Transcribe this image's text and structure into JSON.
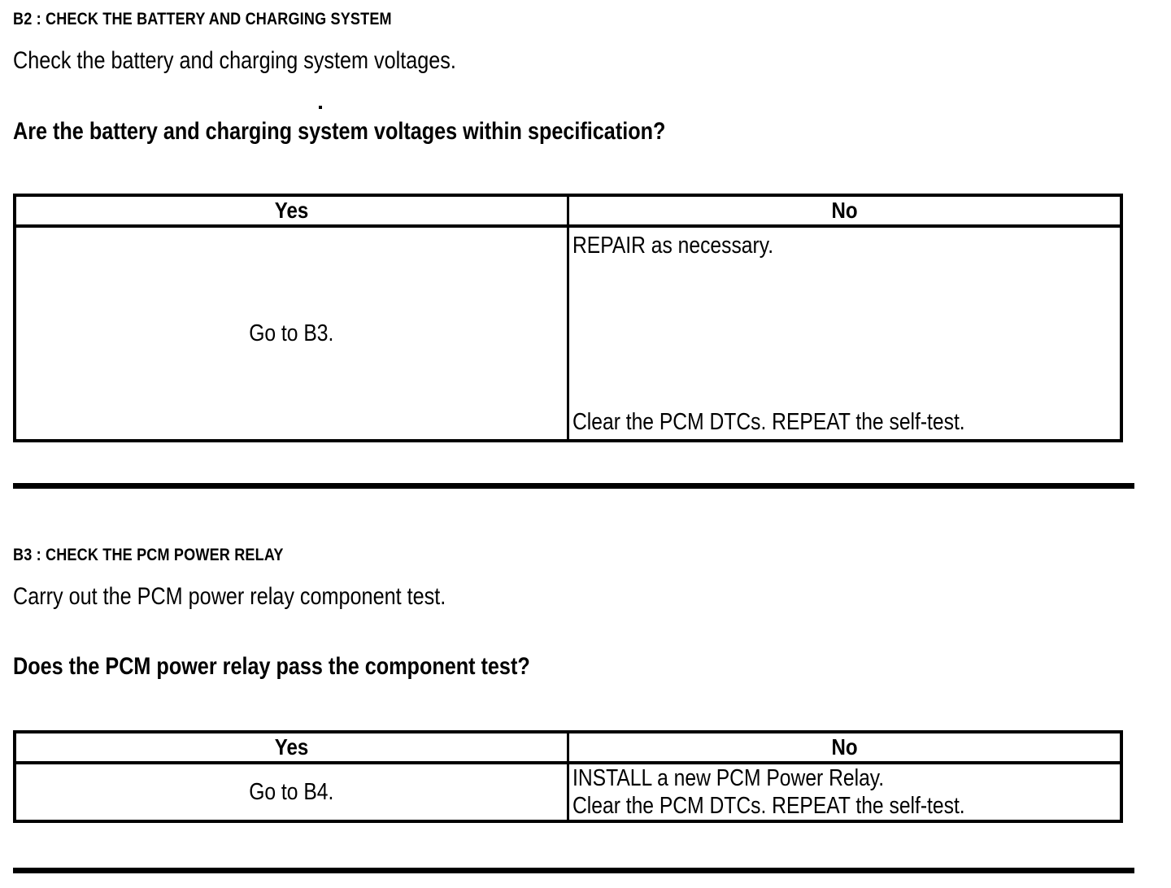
{
  "document": {
    "type": "automotive-diagnostic-pinpoint-test",
    "background_color": "#ffffff",
    "text_color": "#000000"
  },
  "sections": [
    {
      "id": "B2",
      "heading": "B2 : CHECK THE BATTERY AND CHARGING SYSTEM",
      "instruction": "Check the battery and charging system voltages.",
      "question": "Are the battery and charging system voltages within specification?",
      "table": {
        "columns": [
          "Yes",
          "No"
        ],
        "yes": {
          "text": "Go to B3."
        },
        "no": {
          "top_text": "REPAIR as necessary.",
          "bottom_text": "Clear the PCM DTCs. REPEAT the self-test."
        }
      }
    },
    {
      "id": "B3",
      "heading": "B3 : CHECK THE PCM POWER RELAY",
      "instruction": "Carry out the PCM power relay component test.",
      "question": "Does the PCM power relay pass the component test?",
      "table": {
        "columns": [
          "Yes",
          "No"
        ],
        "yes": {
          "text": "Go to B4."
        },
        "no": {
          "line1": "INSTALL a new PCM Power Relay.",
          "line2": "Clear the PCM DTCs. REPEAT the self-test."
        }
      }
    }
  ]
}
